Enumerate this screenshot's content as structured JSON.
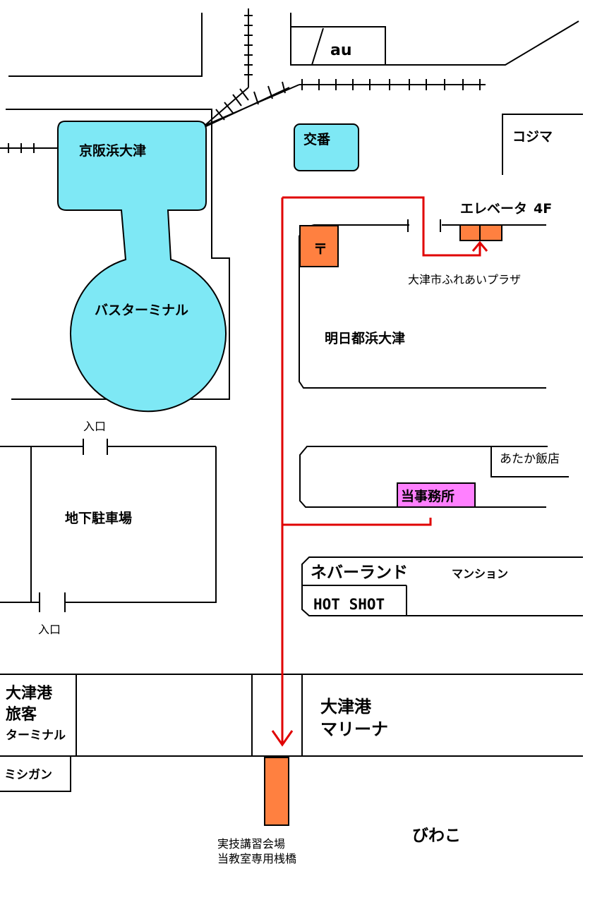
{
  "labels": {
    "au": "au",
    "keihan_hamaotsu": "京阪浜大津",
    "koban": "交番",
    "kojima": "コジマ",
    "bus_terminal": "バスターミナル",
    "elevator": "エレベータ",
    "elevator_floor": "4F",
    "post_office": "〒",
    "fureai_plaza": "大津市ふれあいプラザ",
    "asuto": "明日都浜大津",
    "entrance_top": "入口",
    "entrance_bottom": "入口",
    "parking": "地下駐車場",
    "atakahanten": "あたか飯店",
    "office": "当事務所",
    "neverland": "ネバーランド",
    "mansion": "マンション",
    "hotshot": "HOT SHOT",
    "port_terminal_1": "大津港",
    "port_terminal_2": "旅客",
    "port_terminal_3": "ターミナル",
    "marina_1": "大津港",
    "marina_2": "マリーナ",
    "michigan": "ミシガン",
    "pier_1": "実技講習会場",
    "pier_2": "当教室専用桟橋",
    "biwako": "びわこ"
  },
  "colors": {
    "station_fill": "#7ee8f5",
    "post_fill": "#ff8040",
    "office_fill": "#ff80ff",
    "route": "#e00000",
    "line": "#000000"
  }
}
